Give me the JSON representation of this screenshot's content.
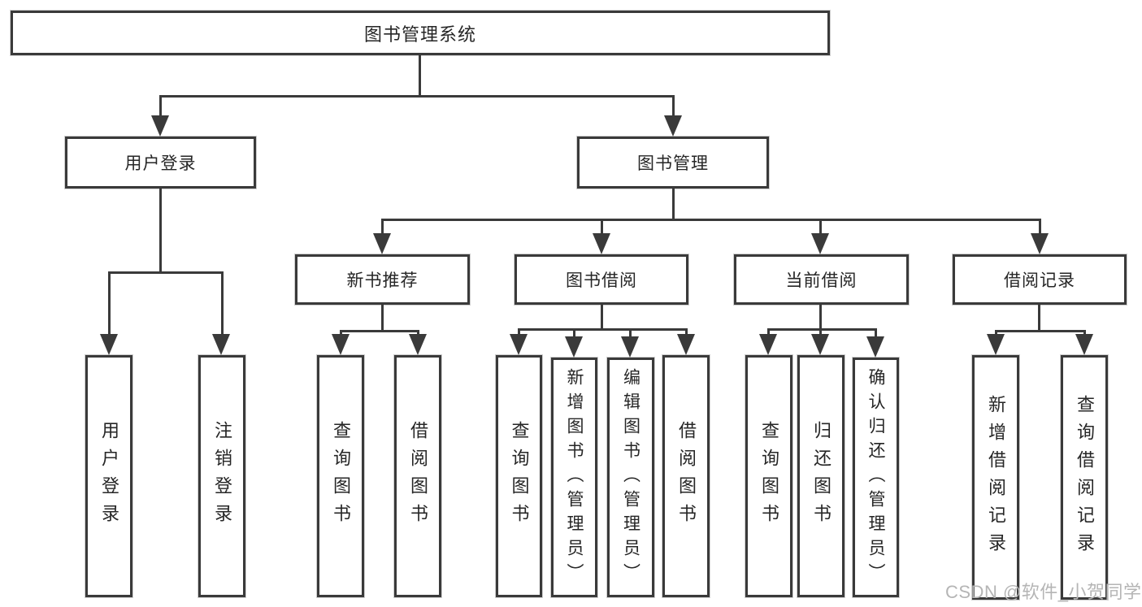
{
  "diagram": {
    "watermark": "CSDN @软件_小贺同学",
    "colors": {
      "line": "#3a3a3a",
      "box_border": "#3a3a3a",
      "text": "#262626",
      "watermark": "#b5b5b5",
      "background": "#ffffff"
    },
    "nodes": {
      "root": {
        "label": "图书管理系统"
      },
      "user_login": {
        "label": "用户登录"
      },
      "book_management": {
        "label": "图书管理"
      },
      "new_book_recommend": {
        "label": "新书推荐"
      },
      "book_borrow": {
        "label": "图书借阅"
      },
      "current_borrow": {
        "label": "当前借阅"
      },
      "borrow_records": {
        "label": "借阅记录"
      },
      "leaf_user_login": {
        "label": "用户登录"
      },
      "leaf_logout": {
        "label": "注销登录"
      },
      "leaf_query_books_1": {
        "label": "查询图书"
      },
      "leaf_borrow_books_1": {
        "label": "借阅图书"
      },
      "leaf_query_books_2": {
        "label": "查询图书"
      },
      "leaf_add_book_admin": {
        "label": "新增图书（管理员）"
      },
      "leaf_edit_book_admin": {
        "label": "编辑图书（管理员）"
      },
      "leaf_borrow_books_2": {
        "label": "借阅图书"
      },
      "leaf_query_books_3": {
        "label": "查询图书"
      },
      "leaf_return_books": {
        "label": "归还图书"
      },
      "leaf_confirm_return_admin": {
        "label": "确认归还（管理员）"
      },
      "leaf_add_borrow_record": {
        "label": "新增借阅记录"
      },
      "leaf_query_borrow_record": {
        "label": "查询借阅记录"
      }
    }
  }
}
